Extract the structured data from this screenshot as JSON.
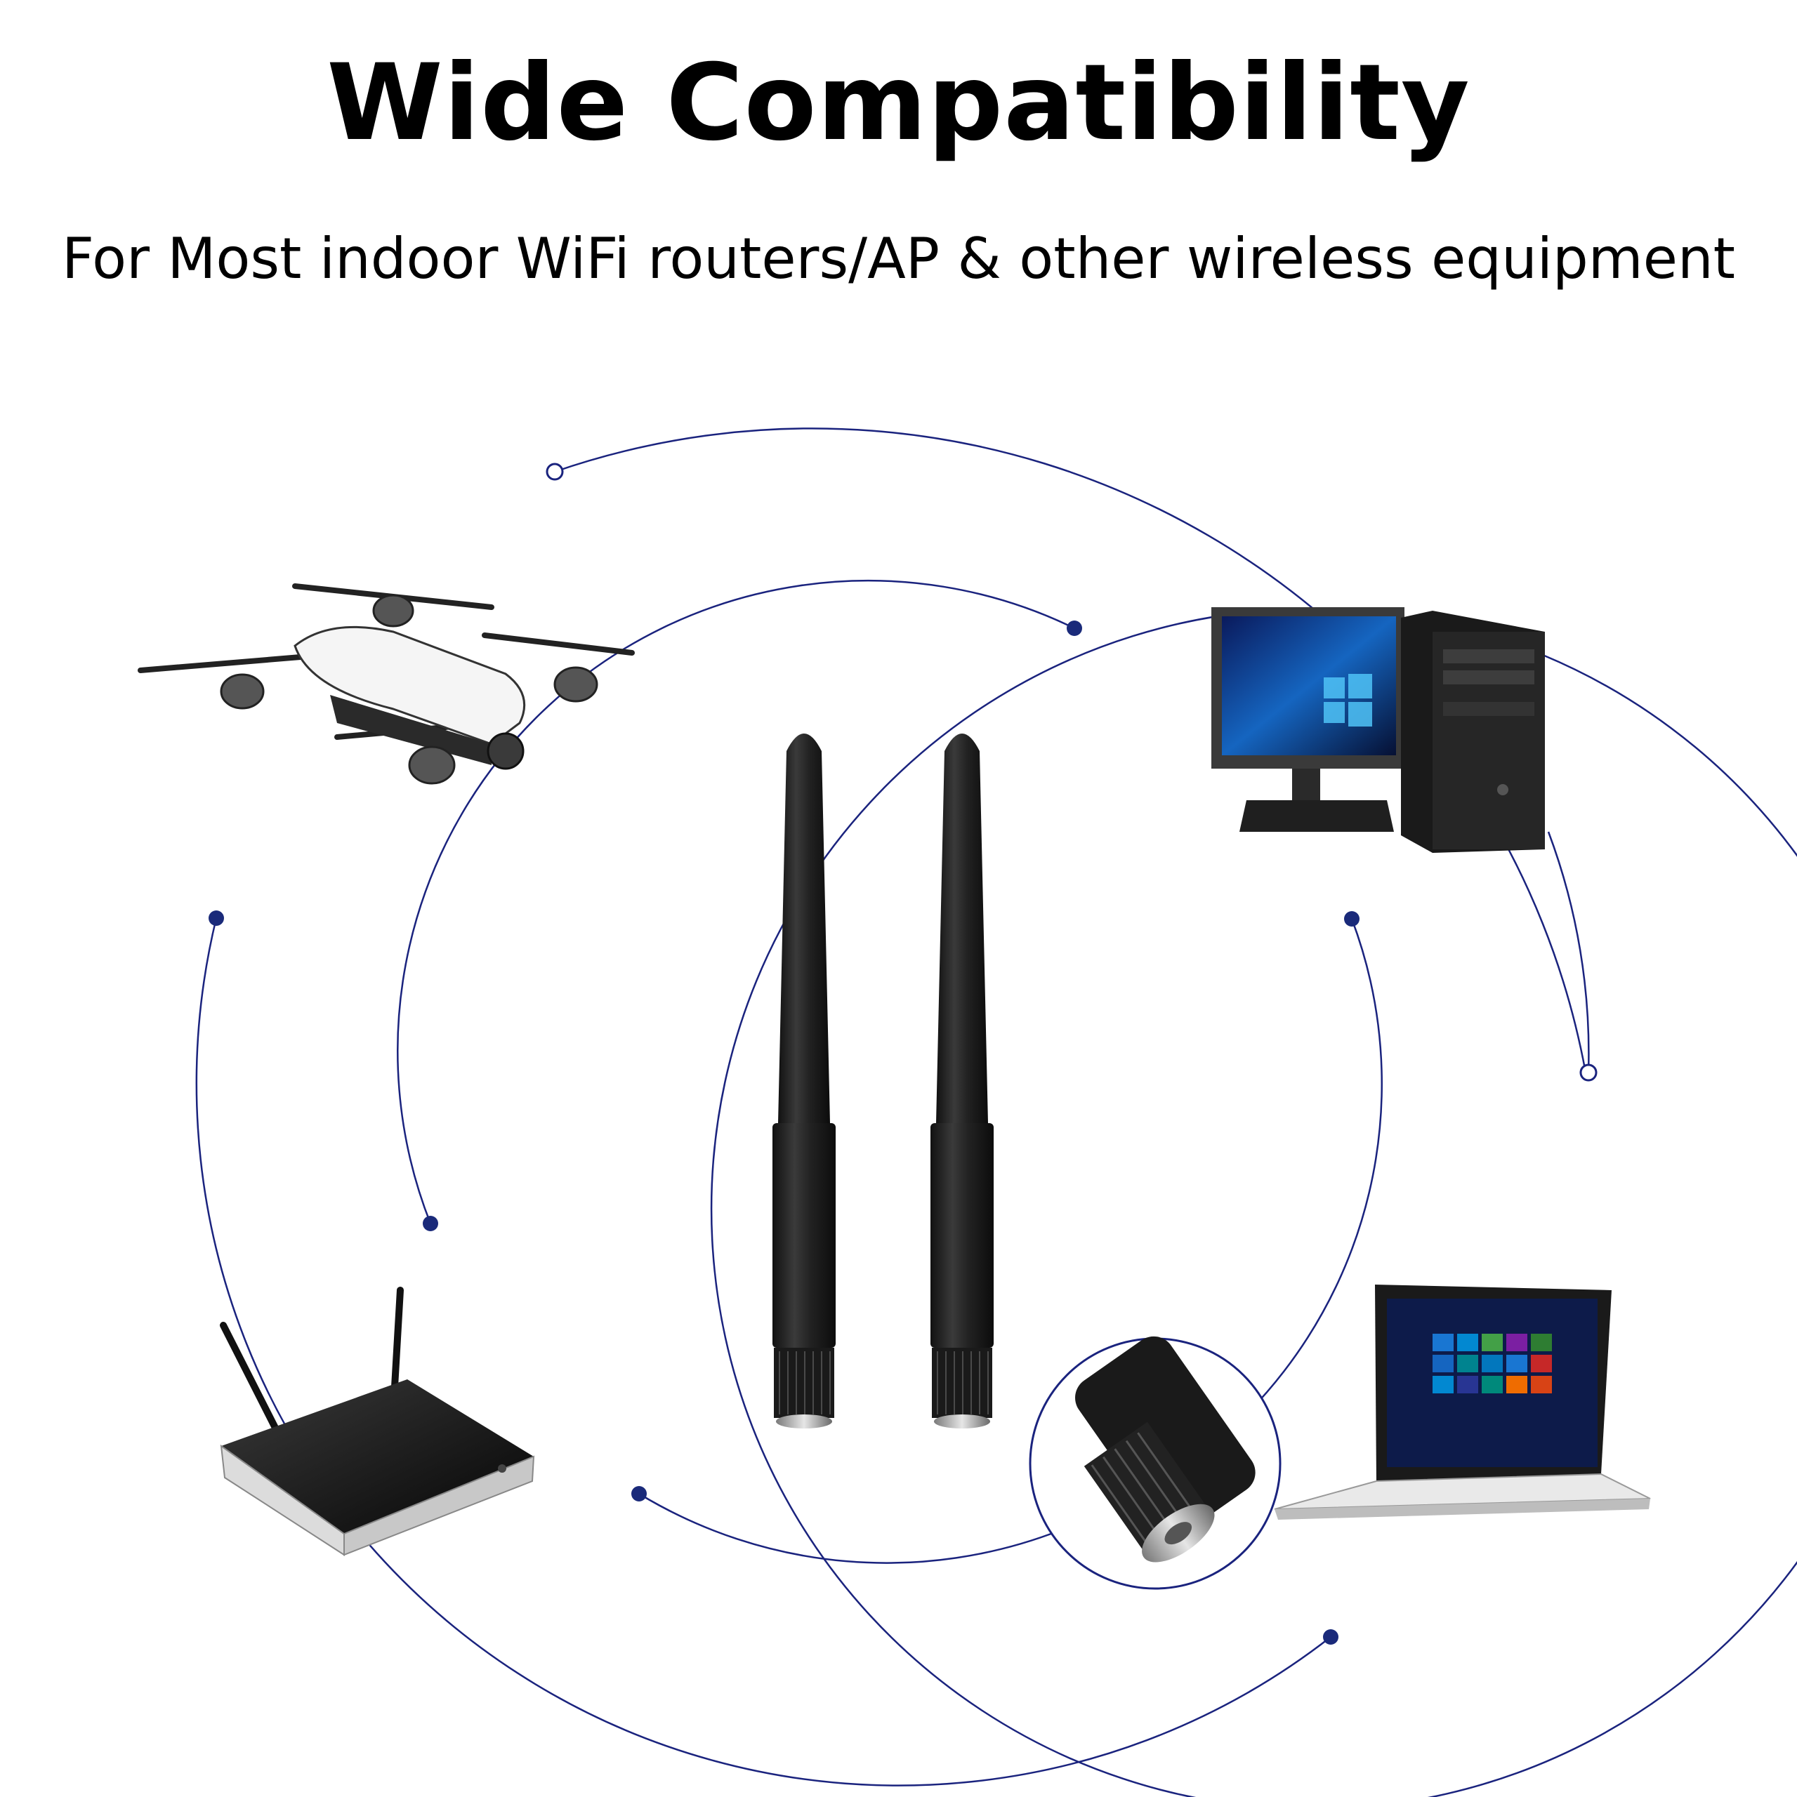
{
  "header": {
    "title": "Wide Compatibility",
    "subtitle": "For Most indoor WiFi routers/AP & other wireless equipment"
  },
  "colors": {
    "line": "#1a237e",
    "dot": "#1a2a7a",
    "antenna": "#1c1c1c",
    "background": "#ffffff"
  },
  "devices": [
    {
      "name": "drone",
      "icon": "drone-icon"
    },
    {
      "name": "desktop-computer",
      "icon": "desktop-computer-icon"
    },
    {
      "name": "wifi-router",
      "icon": "router-icon"
    },
    {
      "name": "laptop",
      "icon": "laptop-icon"
    },
    {
      "name": "antenna-pair",
      "icon": "antenna-icon"
    },
    {
      "name": "sma-connector-detail",
      "icon": "connector-icon"
    }
  ]
}
